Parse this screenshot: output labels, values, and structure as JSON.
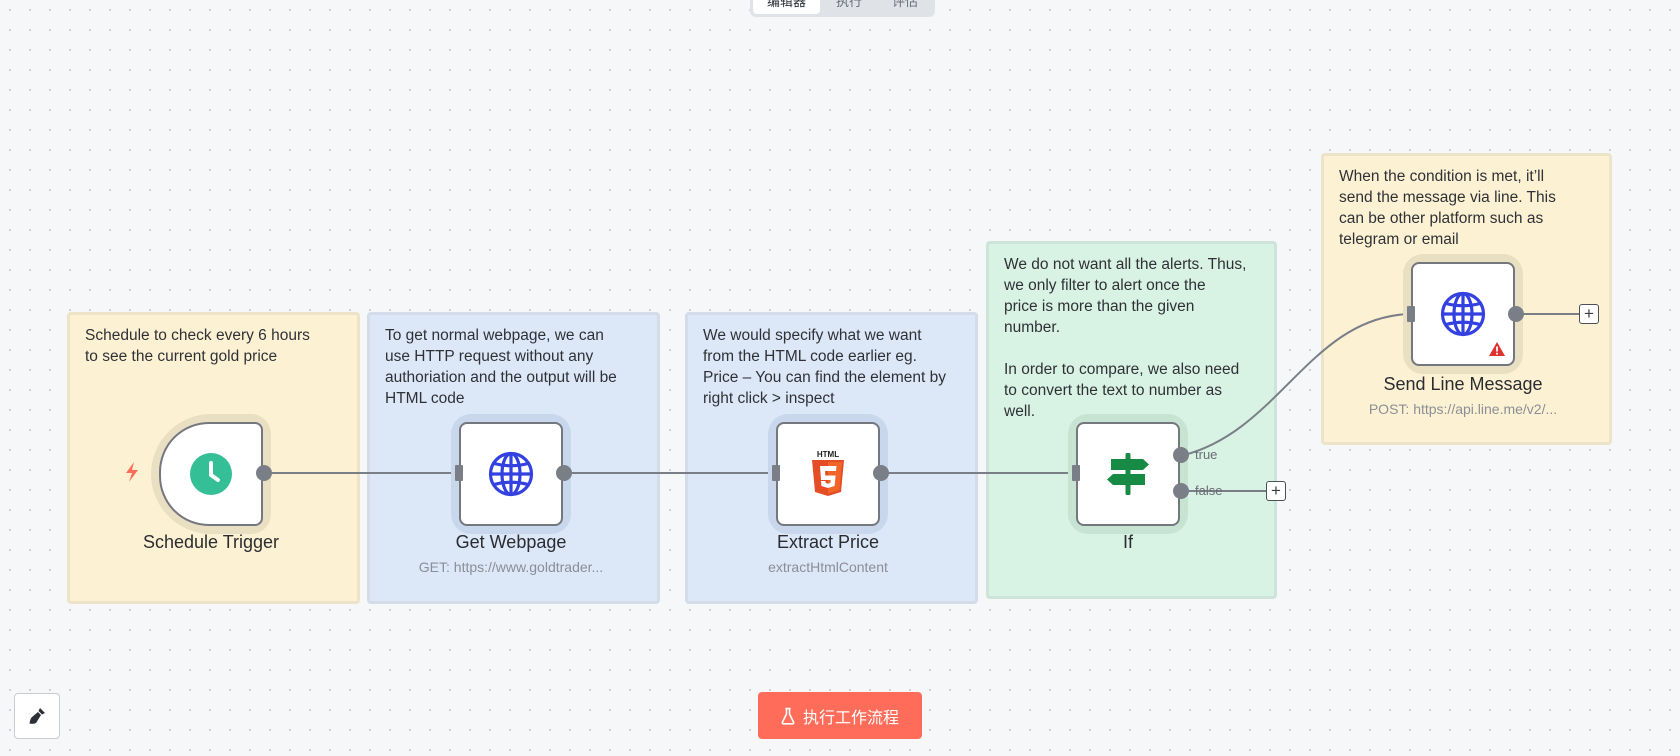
{
  "tabs": [
    {
      "label": "编辑器",
      "active": true
    },
    {
      "label": "执行",
      "active": false
    },
    {
      "label": "评估",
      "active": false
    }
  ],
  "sticky_notes": {
    "schedule": "Schedule to check every 6 hours\nto see the current gold price",
    "webpage": "To get normal webpage, we can\nuse HTTP request without any\nauthoriation and the output will be\nHTML code",
    "extract": "We would specify what we want\nfrom the HTML code earlier eg.\nPrice – You can find the element by\nright click > inspect",
    "filter": "We do not want all the alerts. Thus,\nwe only filter to alert once the\nprice is more than the given\nnumber.\n\nIn order to compare, we also need\nto convert the text to number as\nwell.",
    "send": "When the condition is met, it’ll\nsend the message via line. This\ncan be other platform such as\ntelegram or email"
  },
  "nodes": {
    "schedule_trigger": {
      "title": "Schedule Trigger",
      "icon": "clock-icon"
    },
    "get_webpage": {
      "title": "Get Webpage",
      "subtitle": "GET: https://www.goldtrader...",
      "icon": "globe-icon"
    },
    "extract_price": {
      "title": "Extract Price",
      "subtitle": "extractHtmlContent",
      "icon": "html5-icon"
    },
    "if": {
      "title": "If",
      "icon": "signpost-icon",
      "branches": {
        "true_label": "true",
        "false_label": "false"
      }
    },
    "send_line": {
      "title": "Send Line Message",
      "subtitle": "POST: https://api.line.me/v2/...",
      "icon": "globe-icon",
      "warning": true
    }
  },
  "execute_button": {
    "label": "执行工作流程",
    "icon": "flask-icon"
  },
  "tidy_button": {
    "icon": "broom-icon"
  },
  "colors": {
    "accent": "#ff6d5a",
    "clock": "#35bf96",
    "globe": "#3241e0",
    "html5": "#e44d26",
    "if": "#178a45",
    "sticky_yellow": "#fcf2d3",
    "sticky_blue": "#dce8f7",
    "sticky_green": "#d8f2e3",
    "warning": "#e03131"
  }
}
